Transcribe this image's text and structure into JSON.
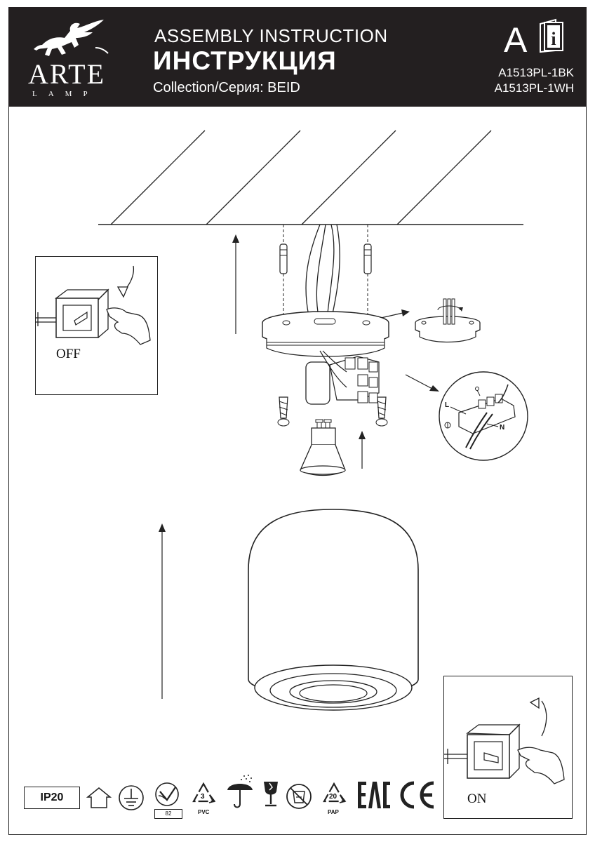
{
  "header": {
    "brand": "ARTE",
    "brand_sub": "LAMP",
    "title_en": "ASSEMBLY INSTRUCTION",
    "title_ru": "ИНСТРУКЦИЯ",
    "collection": "Collection/Серия: BEID",
    "class_letter": "A",
    "models": [
      "A1513PL-1BK",
      "A1513PL-1WH"
    ]
  },
  "steps": {
    "off_label": "OFF",
    "on_label": "ON",
    "wiring": {
      "live": "L",
      "neutral": "N"
    }
  },
  "footer": {
    "ip_rating": "IP20",
    "index_label": "82",
    "pvc_number": "3",
    "pvc_label": "PVC",
    "pap_number": "20",
    "pap_label": "PAP"
  },
  "colors": {
    "header_bg": "#231f20",
    "line": "#222222"
  }
}
